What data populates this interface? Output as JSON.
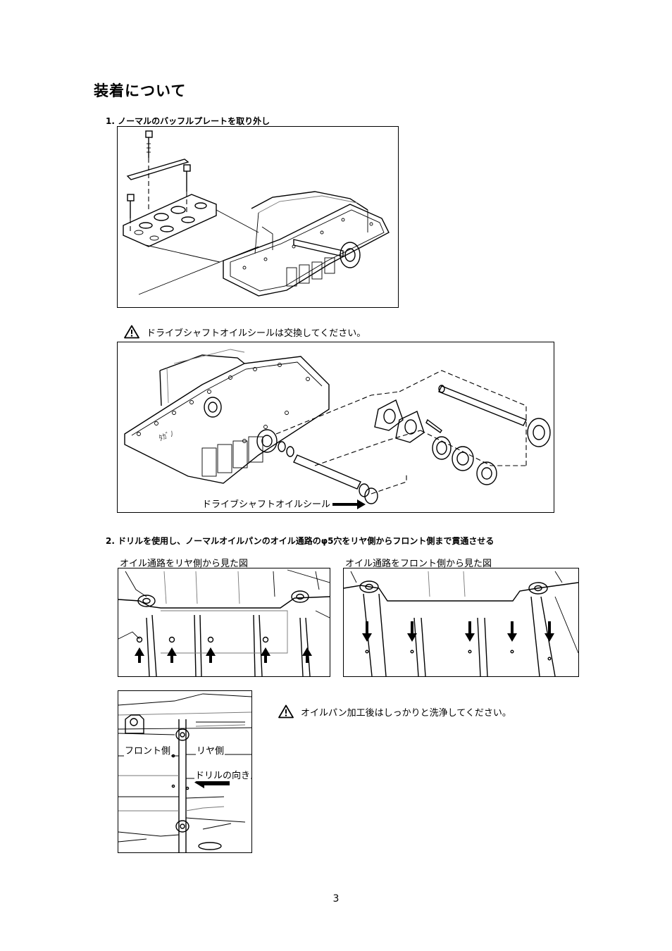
{
  "page": {
    "title": "装着について",
    "page_number": "3"
  },
  "step1": {
    "label": "1. ノーマルのバッフルプレートを取り外し"
  },
  "warning1": {
    "icon": "warning-triangle-icon",
    "text": "ドライブシャフトオイルシールは交換してください。"
  },
  "figure2": {
    "callout": "ドライブシャフトオイルシール"
  },
  "step2": {
    "label": "2. ドリルを使用し、ノーマルオイルパンのオイル通路のφ5穴をリヤ側からフロント側まで貫通させる"
  },
  "figure_rear": {
    "caption": "オイル通路をリヤ側から見た図"
  },
  "figure_front": {
    "caption": "オイル通路をフロント側から見た図"
  },
  "figure_top": {
    "front_label": "フロント側",
    "rear_label": "リヤ側",
    "drill_label": "ドリルの向き"
  },
  "warning2": {
    "icon": "warning-triangle-icon",
    "text": "オイルパン加工後はしっかりと洗浄してください。"
  }
}
